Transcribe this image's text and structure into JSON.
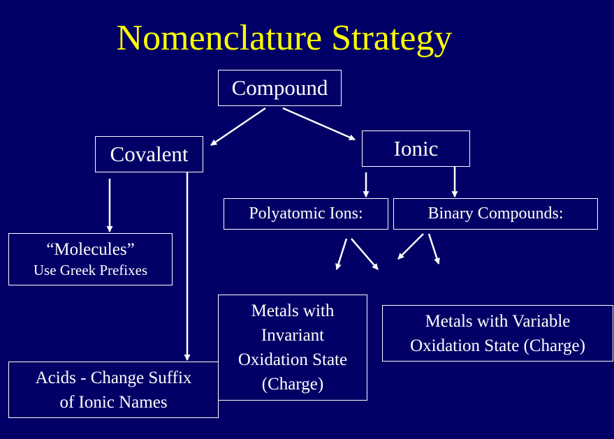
{
  "title": "Nomenclature Strategy",
  "colors": {
    "background": "#000066",
    "title": "#ffff00",
    "line": "#ffffff"
  },
  "nodes": {
    "compound": "Compound",
    "covalent": "Covalent",
    "ionic": "Ionic",
    "polyatomic": "Polyatomic Ions:",
    "binary": "Binary Compounds:",
    "molecules": {
      "line1": "“Molecules”",
      "line2": "Use Greek Prefixes"
    },
    "acids": {
      "line1": "Acids - Change Suffix",
      "line2": "of Ionic Names"
    },
    "invariant": {
      "line1": "Metals with",
      "line2": "Invariant",
      "line3": "Oxidation State",
      "line4": "(Charge)"
    },
    "variable": {
      "line1": "Metals with Variable",
      "line2": "Oxidation State (Charge)"
    }
  }
}
